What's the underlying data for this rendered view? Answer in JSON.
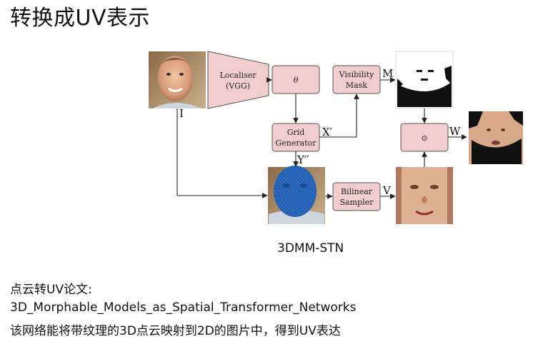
{
  "title": "转换成UV表示",
  "diagram": {
    "localiser": [
      "Localiser",
      "(VGG)"
    ],
    "theta": "θ",
    "grid_generator": [
      "Grid",
      "Generator"
    ],
    "visibility_mask": [
      "Visibility",
      "Mask"
    ],
    "bilinear_sampler": [
      "Bilinear",
      "Sampler"
    ],
    "multiply_symbol": "⊙",
    "labels": {
      "I": "I",
      "M": "M",
      "X_prime": "X′",
      "Y_double_prime": "Y′′",
      "V": "V",
      "W": "W"
    }
  },
  "caption": "3DMM-STN",
  "notes": [
    "点云转UV论文:",
    "3D_Morphable_Models_as_Spatial_Transformer_Networks",
    "该网络能将带纹理的3D点云映射到2D的图片中，得到UV表达"
  ],
  "colors": {
    "box_fill": "#f2cdcd",
    "box_stroke": "#555555",
    "mesh_blue": "#2b6cc4"
  }
}
